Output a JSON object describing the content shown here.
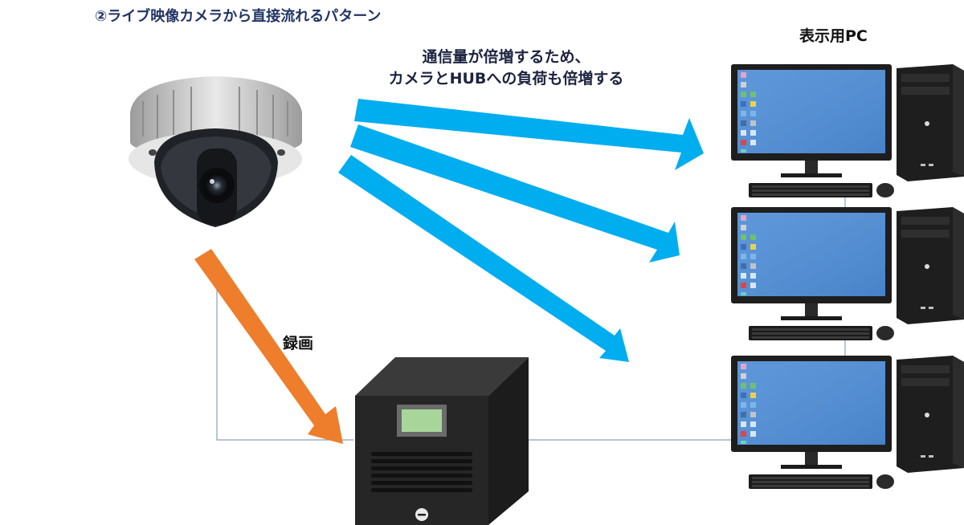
{
  "title": "②ライブ映像カメラから直接流れるパターン",
  "note_lines": [
    "通信量が倍増するため、",
    "カメラとHUBへの負荷も倍増する"
  ],
  "pc_label": "表示用PC",
  "record_label": "録画",
  "colors": {
    "stream_arrow": "#00adef",
    "record_arrow": "#ee7d2c",
    "connector_line": "#8aa0b8",
    "screen": "#4f8ed6",
    "device_body": "#1e1e1e"
  },
  "icons": [
    "dome-camera-icon",
    "desktop-pc-icon",
    "nas-server-icon"
  ]
}
